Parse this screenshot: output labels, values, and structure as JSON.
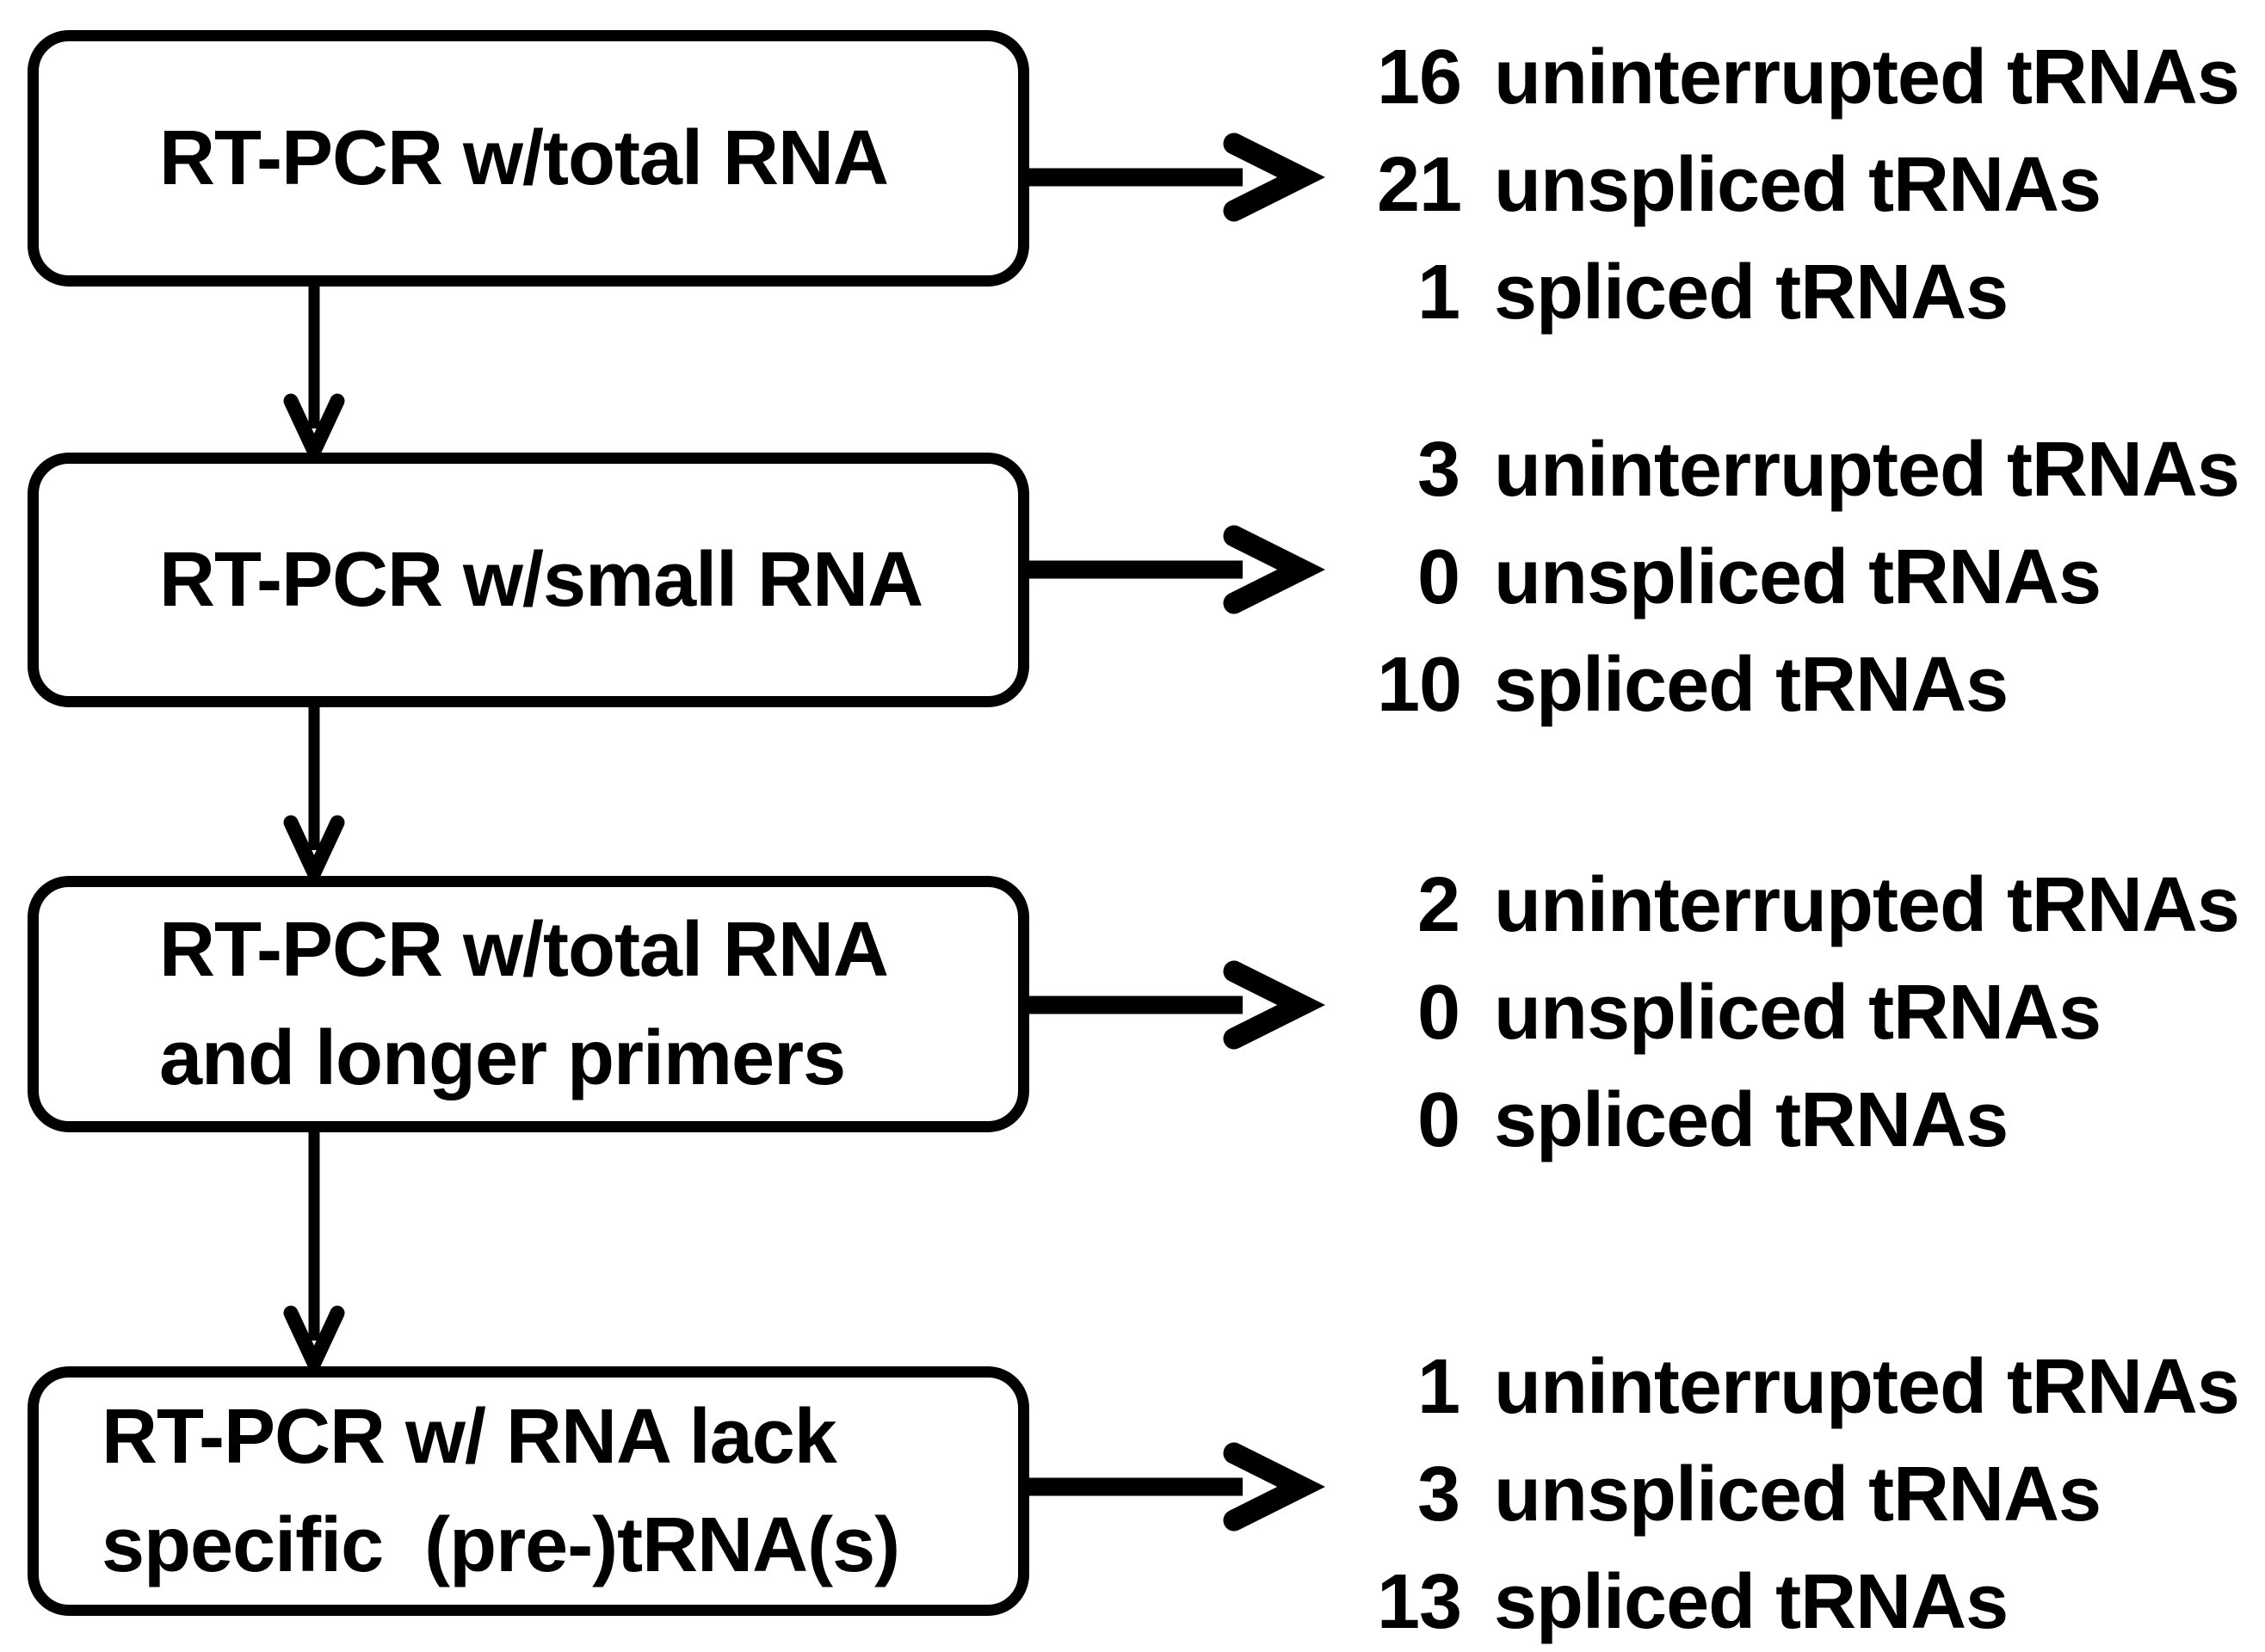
{
  "figure": {
    "background": "#ffffff",
    "stroke_color": "#000000",
    "rows": [
      {
        "box_lines": [
          "RT-PCR w/total RNA"
        ],
        "results": [
          {
            "count": "16",
            "label": "uninterrupted tRNAs"
          },
          {
            "count": "21",
            "label": "unspliced tRNAs"
          },
          {
            "count": "1",
            "label": "spliced tRNAs"
          }
        ]
      },
      {
        "box_lines": [
          "RT-PCR w/small RNA"
        ],
        "results": [
          {
            "count": "3",
            "label": "uninterrupted tRNAs"
          },
          {
            "count": "0",
            "label": "unspliced tRNAs"
          },
          {
            "count": "10",
            "label": "spliced tRNAs"
          }
        ]
      },
      {
        "box_lines": [
          "RT-PCR w/total RNA",
          "and longer primers"
        ],
        "results": [
          {
            "count": "2",
            "label": "uninterrupted tRNAs"
          },
          {
            "count": "0",
            "label": "unspliced tRNAs"
          },
          {
            "count": "0",
            "label": "spliced tRNAs"
          }
        ]
      },
      {
        "box_lines": [
          "RT-PCR w/ RNA lack",
          "specific  (pre-)tRNA(s)"
        ],
        "results": [
          {
            "count": "1",
            "label": "uninterrupted tRNAs"
          },
          {
            "count": "3",
            "label": "unspliced tRNAs"
          },
          {
            "count": "13",
            "label": "spliced tRNAs"
          }
        ]
      }
    ]
  }
}
